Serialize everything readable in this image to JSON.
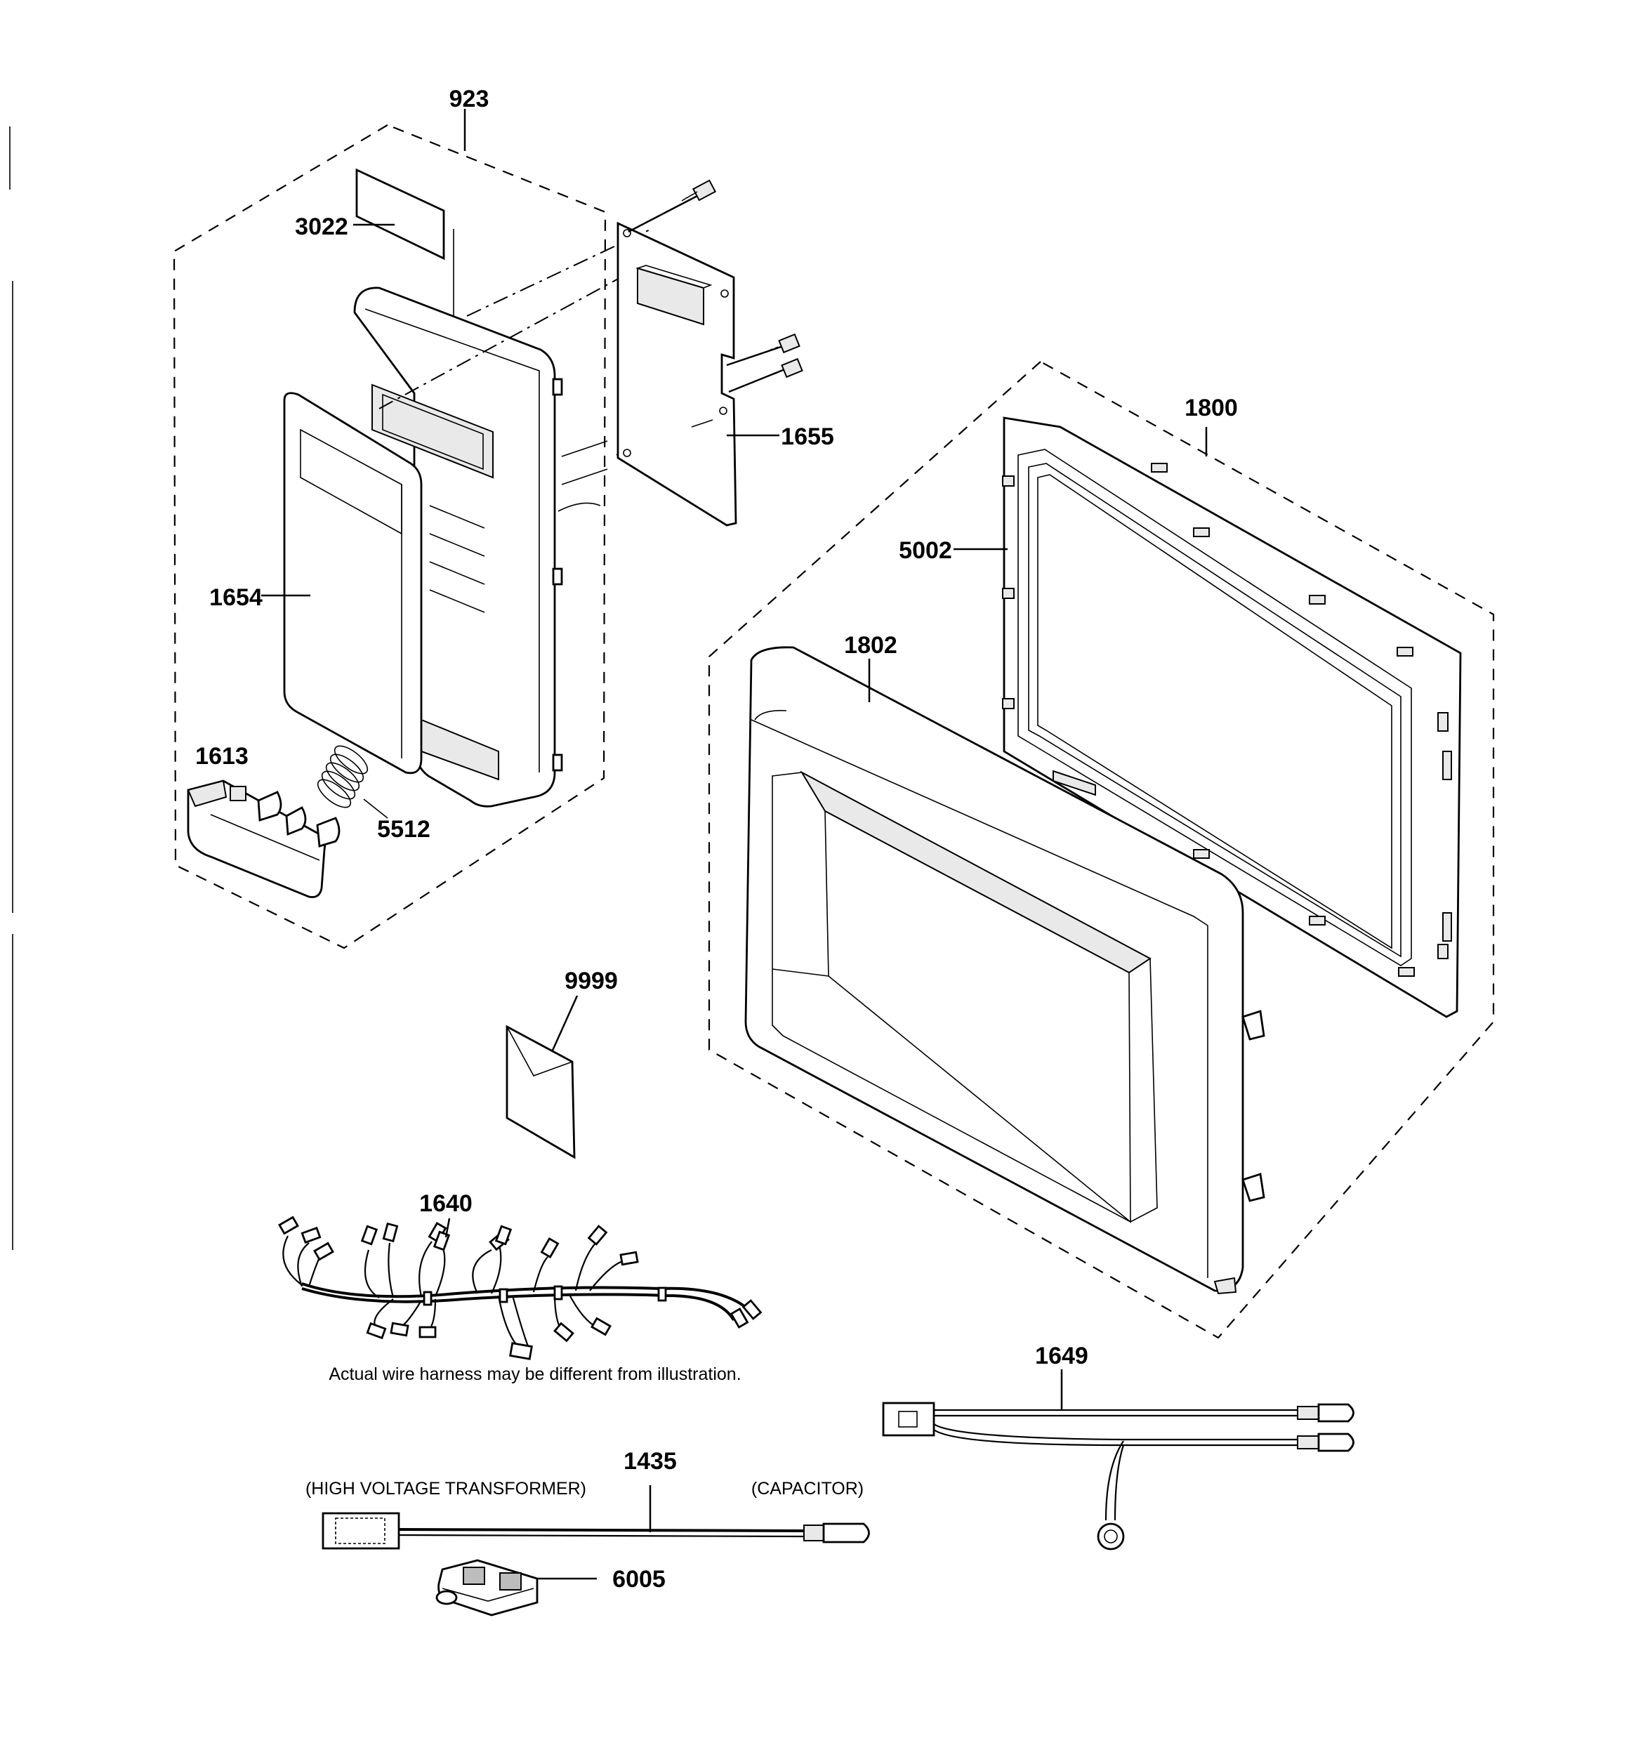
{
  "labels": {
    "p923": "923",
    "p3022": "3022",
    "p1655": "1655",
    "p1654": "1654",
    "p1613": "1613",
    "p5512": "5512",
    "p1800": "1800",
    "p5002": "5002",
    "p1802": "1802",
    "p9999": "9999",
    "p1640": "1640",
    "p1649": "1649",
    "p1435": "1435",
    "p6005": "6005"
  },
  "notes": {
    "harness_note": "Actual wire harness may be different from illustration.",
    "hv_transformer": "(HIGH VOLTAGE TRANSFORMER)",
    "capacitor": "(CAPACITOR)"
  }
}
